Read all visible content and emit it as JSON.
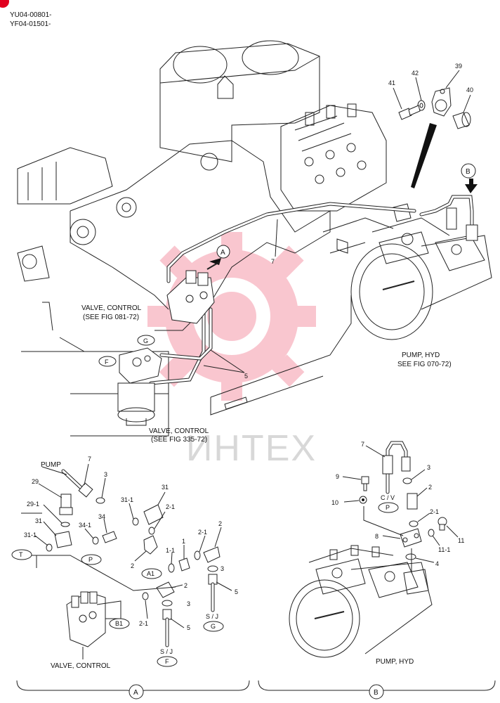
{
  "header": {
    "code1": "YU04-00801-",
    "code2": "YF04-01501-"
  },
  "watermark": {
    "text": "ИНТЕХ"
  },
  "main": {
    "callout_a": "A",
    "callout_b": "B",
    "valve_control_1": "VALVE, CONTROL",
    "valve_control_1_ref": "(SEE FIG 081-72)",
    "valve_control_2": "VALVE, CONTROL",
    "valve_control_2_ref": "(SEE FIG 335-72)",
    "pump_hyd": "PUMP, HYD",
    "pump_hyd_ref": "SEE FIG 070-72)",
    "port_g": "G",
    "port_f": "F",
    "parts": {
      "p39": "39",
      "p40": "40",
      "p41": "41",
      "p42": "42",
      "p7": "7",
      "p5": "5"
    }
  },
  "detail_a": {
    "pump_label": "PUMP",
    "valve_label": "VALVE, CONTROL",
    "ports": {
      "t": "T",
      "p": "P",
      "a1": "A1",
      "b1": "B1",
      "g": "G",
      "f": "F"
    },
    "sj_g": "S / J",
    "sj_f": "S / J",
    "parts": {
      "p7": "7",
      "p3a": "3",
      "p29": "29",
      "p29_1": "29-1",
      "p31a": "31",
      "p31_1a": "31-1",
      "p34_1": "34-1",
      "p34": "34",
      "p31_1b": "31-1",
      "p31b": "31",
      "p2_1a": "2-1",
      "p2a": "2",
      "p1_1": "1-1",
      "p1": "1",
      "p2_1b": "2-1",
      "p2b": "2",
      "p3b": "3",
      "p5a": "5",
      "p2c": "2",
      "p3c": "3",
      "p2_1c": "2-1",
      "p5b": "5"
    },
    "footer": "A"
  },
  "detail_b": {
    "pump_label": "PUMP, HYD",
    "port_cv": "C / V",
    "port_p": "P",
    "parts": {
      "p7": "7",
      "p3": "3",
      "p9": "9",
      "p2": "2",
      "p10": "10",
      "p2_1": "2-1",
      "p8": "8",
      "p11": "11",
      "p11_1": "11-1",
      "p4": "4"
    },
    "footer": "B"
  }
}
